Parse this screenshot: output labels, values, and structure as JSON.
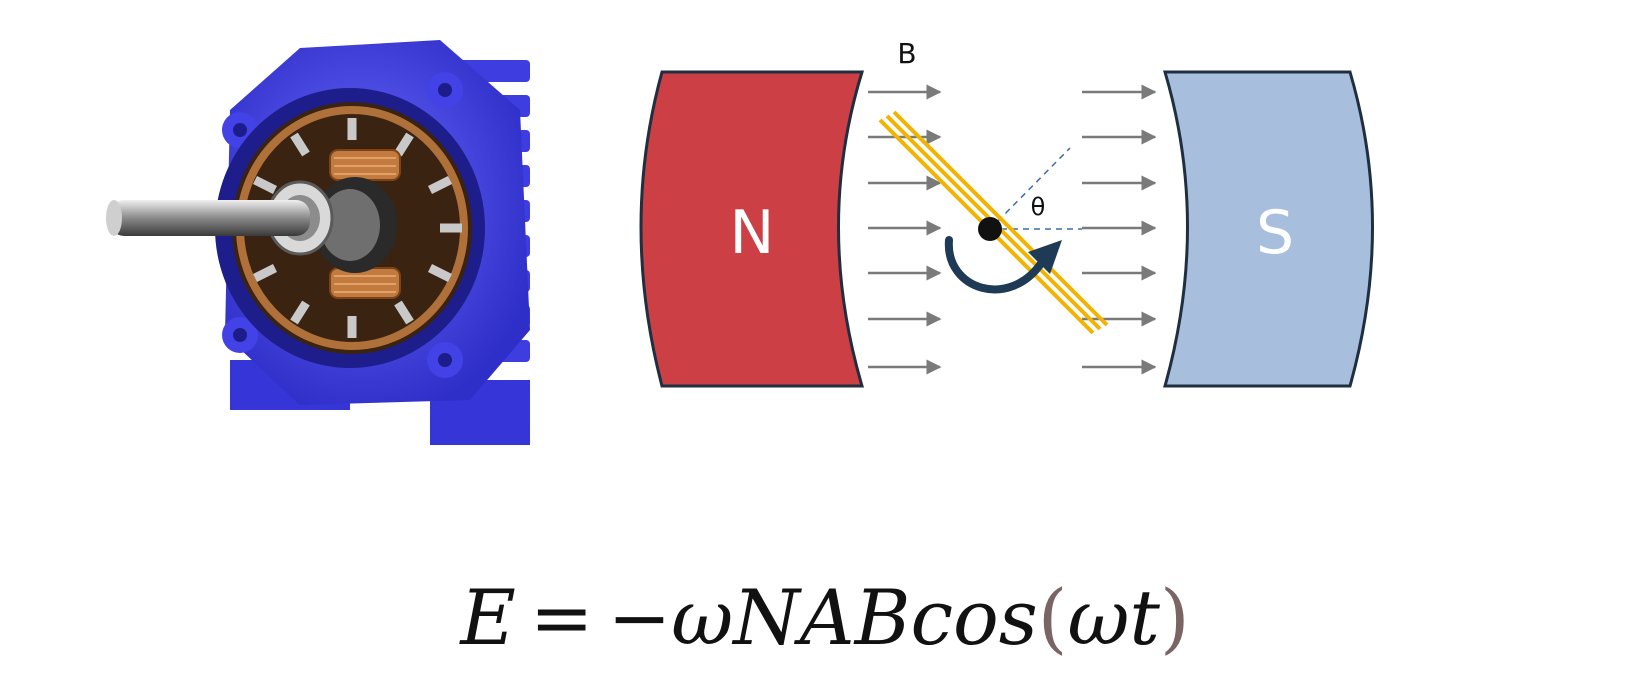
{
  "diagram": {
    "field_label": "B",
    "angle_label": "θ",
    "north_label": "N",
    "south_label": "S",
    "colors": {
      "north_magnet": "#cc3f45",
      "south_magnet": "#a7bfdd",
      "magnet_stroke": "#1f2f40",
      "field_arrows": "#7a7a7a",
      "coil": "#f2b400",
      "rotation_arrow": "#1f3a55",
      "motor_housing": "#4b4bf0",
      "copper": "#b0703a"
    },
    "icons": [
      "electric-motor-icon",
      "rotation-arrow-icon"
    ]
  },
  "equation": {
    "lhs": "E",
    "eq_sign": "=",
    "rhs_main": "−ωNABcos",
    "open_paren": "(",
    "argument": "ωt",
    "close_paren": ")"
  }
}
